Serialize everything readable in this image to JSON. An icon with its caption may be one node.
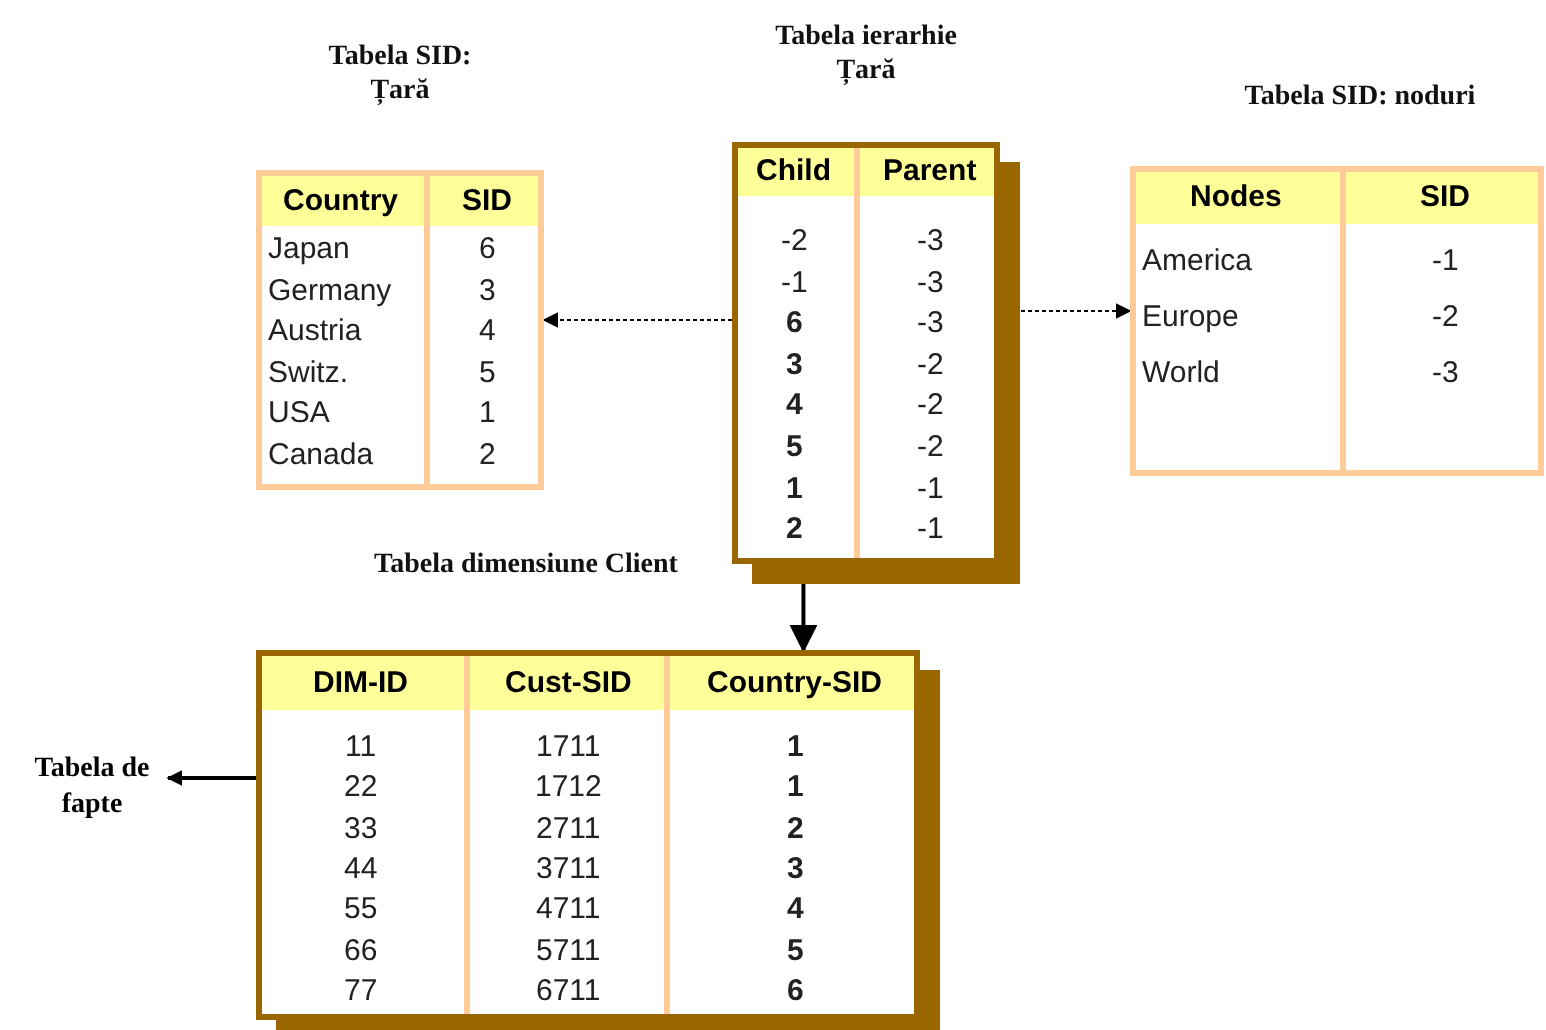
{
  "diagram": {
    "nodes": [
      {
        "text": [
          "Tabela SID: Țară",
          "Country",
          "SID",
          "Japan",
          "6",
          "Germany",
          "3",
          "Austria",
          "4",
          "Switz.",
          "5",
          "USA",
          "1",
          "Canada",
          "2"
        ]
      },
      {
        "text": [
          "Tabela ierarhie Țară",
          "Child",
          "Parent",
          "-2",
          "-3",
          "-1",
          "-3",
          "**6**",
          "-3",
          "**3**",
          "-2",
          "**4**",
          "-2",
          "**5**",
          "-2",
          "**1**",
          "-1",
          "**2**",
          "-1"
        ]
      },
      {
        "text": [
          "Tabela SID: noduri",
          "Nodes",
          "SID",
          "America",
          "-1",
          "Europe",
          "-2",
          "World",
          "-3"
        ]
      },
      {
        "text": [
          "Tabela dimensiune Client",
          "DIM-ID",
          "Cust-SID",
          "Country-SID",
          "11",
          "1711",
          "1",
          "22",
          "1712",
          "1",
          "33",
          "2711",
          "2",
          "44",
          "3711",
          "3",
          "55",
          "4711",
          "4",
          "66",
          "5711",
          "5",
          "77",
          "6711",
          "6"
        ]
      },
      {
        "text": [
          "Tabela de fapte"
        ]
      }
    ],
    "edges": [
      {
        "from": 1,
        "to": 0,
        "arrow": "to",
        "style": "dashed"
      },
      {
        "from": 1,
        "to": 2,
        "arrow": "to",
        "style": "dashed"
      },
      {
        "from": 1,
        "to": 3,
        "arrow": "to"
      },
      {
        "from": 3,
        "to": 4,
        "arrow": "to"
      }
    ]
  }
}
